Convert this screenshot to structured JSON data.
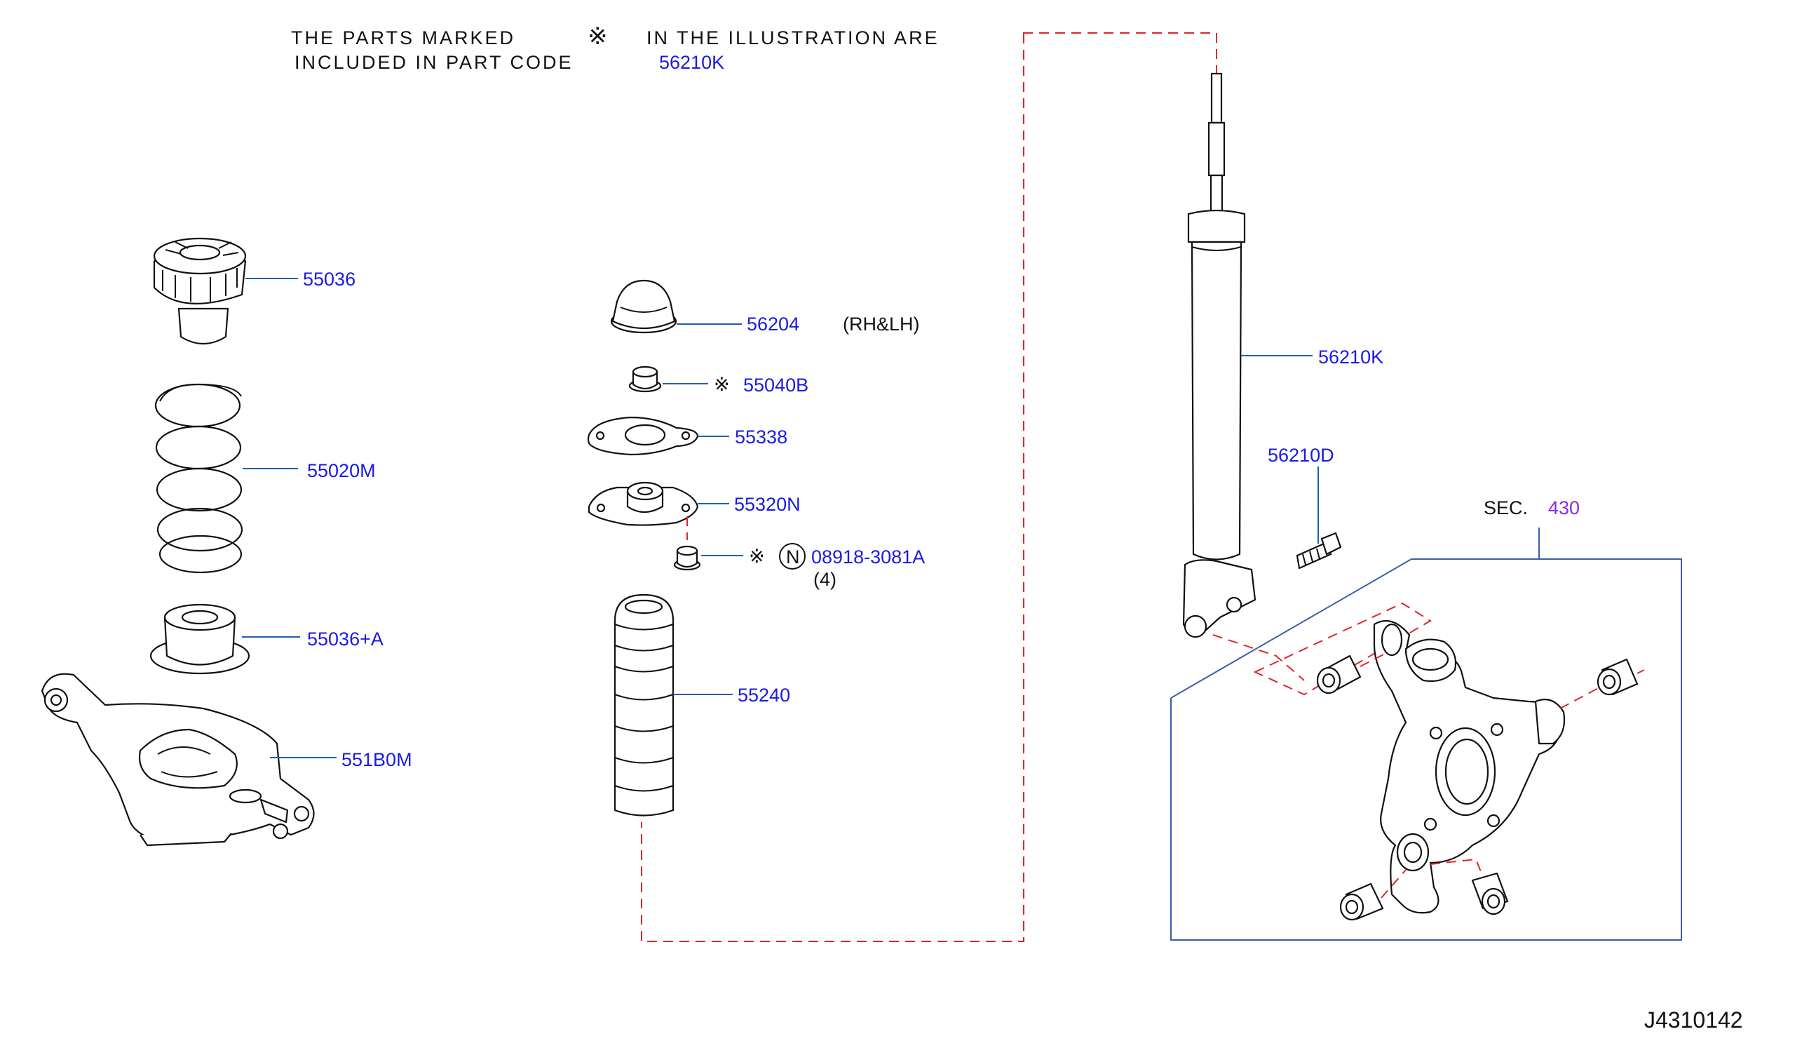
{
  "header": {
    "line1_a": "THE PARTS MARKED",
    "mark": "※",
    "line1_b": "IN THE ILLUSTRATION ARE",
    "line2": "INCLUDED IN PART CODE",
    "code": "56210K"
  },
  "parts": {
    "p55036": "55036",
    "p55020M": "55020M",
    "p55036A": "55036+A",
    "p551B0M": "551B0M",
    "p56204": "56204",
    "rhlh": "(RH&LH)",
    "p55040B": "55040B",
    "p55338": "55338",
    "p55320N": "55320N",
    "p08918": "08918-3081A",
    "qty": "(4)",
    "circle_n": "N",
    "p55240": "55240",
    "p56210K": "56210K",
    "p56210D": "56210D"
  },
  "marks": {
    "star": "※"
  },
  "section": {
    "prefix": "SEC.",
    "number": "430"
  },
  "diagram_id": "J4310142",
  "colors": {
    "label": "#1a1ae6",
    "leader": "#1f5fb3",
    "dashed": "#e0242b",
    "section": "#8a2be2"
  }
}
